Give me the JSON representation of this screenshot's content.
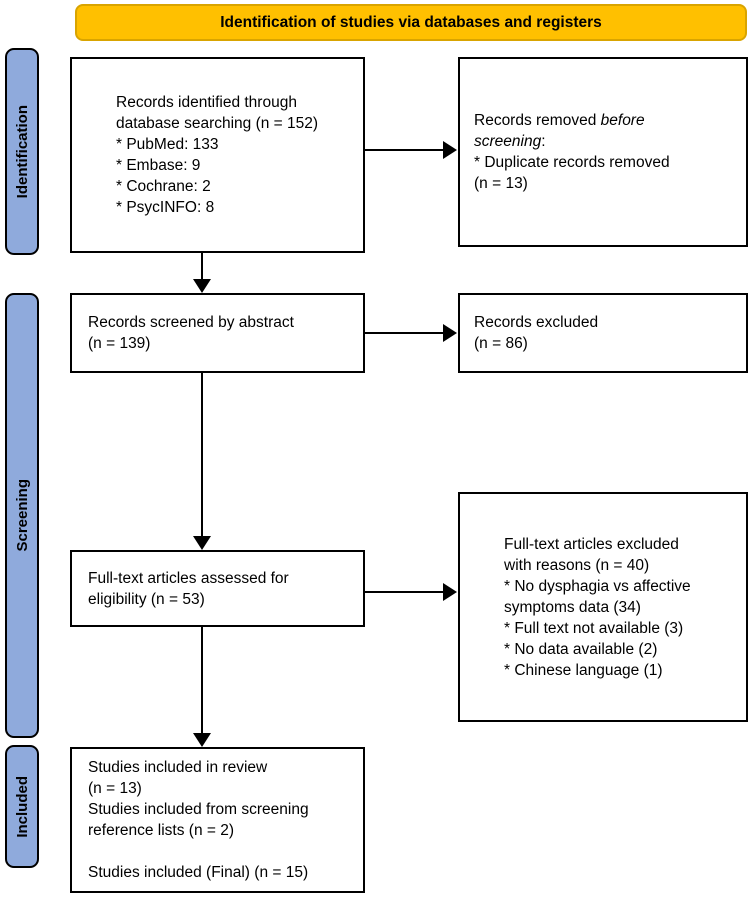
{
  "title": "Identification of studies via databases and registers",
  "colors": {
    "banner-bg": "#FFC000",
    "banner-border": "#D9A400",
    "stage-bg": "#8FAADC",
    "box-bg": "#FFFFFF",
    "box-border": "#000000",
    "arrow": "#000000"
  },
  "stages": {
    "identification": "Identification",
    "screening": "Screening",
    "included": "Included"
  },
  "boxes": {
    "records_identified": {
      "lines": [
        "Records identified through",
        "database searching (n = 152)",
        "* PubMed: 133",
        "* Embase: 9",
        "* Cochrane: 2",
        "* PsycINFO: 8"
      ]
    },
    "records_removed": {
      "line1_prefix": "Records removed ",
      "line1_italic": "before",
      "line2_italic": "screening",
      "line2_suffix": ":",
      "lines": [
        "* Duplicate records removed",
        "(n = 13)"
      ]
    },
    "records_screened": {
      "lines": [
        "Records screened by abstract",
        "(n = 139)"
      ]
    },
    "records_excluded": {
      "lines": [
        "Records excluded",
        "(n = 86)"
      ]
    },
    "fulltext_assessed": {
      "lines": [
        "Full-text articles assessed for",
        "eligibility (n = 53)"
      ]
    },
    "fulltext_excluded": {
      "lines": [
        "Full-text articles excluded",
        "with reasons (n = 40)",
        "* No dysphagia vs affective",
        "symptoms data (34)",
        "* Full text not available (3)",
        "* No data available (2)",
        "* Chinese language (1)"
      ]
    },
    "studies_included": {
      "lines": [
        "Studies included in review",
        "(n = 13)",
        "Studies included from screening",
        "reference lists (n = 2)",
        "",
        "Studies included (Final) (n = 15)"
      ]
    }
  }
}
